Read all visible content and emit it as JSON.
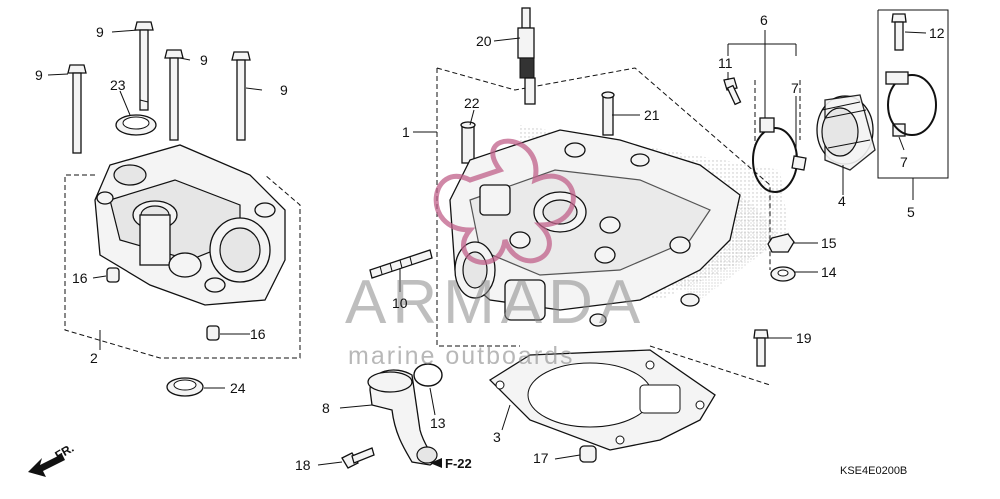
{
  "diagram_code": "KSE4E0200B",
  "direction_marker": "FR.",
  "ref_label": "F-22",
  "watermark": {
    "brand": "ARMADA",
    "tagline": "marine outboards",
    "brand_color": "#c0608a"
  },
  "callouts": [
    {
      "id": "c1",
      "text": "1"
    },
    {
      "id": "c2",
      "text": "2"
    },
    {
      "id": "c3",
      "text": "3"
    },
    {
      "id": "c4",
      "text": "4"
    },
    {
      "id": "c5",
      "text": "5"
    },
    {
      "id": "c6",
      "text": "6"
    },
    {
      "id": "c7a",
      "text": "7"
    },
    {
      "id": "c7b",
      "text": "7"
    },
    {
      "id": "c8",
      "text": "8"
    },
    {
      "id": "c9a",
      "text": "9"
    },
    {
      "id": "c9b",
      "text": "9"
    },
    {
      "id": "c9c",
      "text": "9"
    },
    {
      "id": "c9d",
      "text": "9"
    },
    {
      "id": "c10",
      "text": "10"
    },
    {
      "id": "c11",
      "text": "11"
    },
    {
      "id": "c12",
      "text": "12"
    },
    {
      "id": "c13",
      "text": "13"
    },
    {
      "id": "c14",
      "text": "14"
    },
    {
      "id": "c15",
      "text": "15"
    },
    {
      "id": "c16a",
      "text": "16"
    },
    {
      "id": "c16b",
      "text": "16"
    },
    {
      "id": "c17",
      "text": "17"
    },
    {
      "id": "c18",
      "text": "18"
    },
    {
      "id": "c19",
      "text": "19"
    },
    {
      "id": "c20",
      "text": "20"
    },
    {
      "id": "c21",
      "text": "21"
    },
    {
      "id": "c22",
      "text": "22"
    },
    {
      "id": "c23",
      "text": "23"
    },
    {
      "id": "c24",
      "text": "24"
    }
  ]
}
